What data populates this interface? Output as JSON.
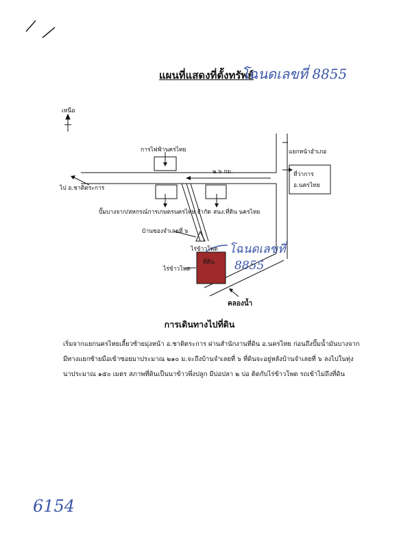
{
  "document": {
    "title": "แผนที่แสดงที่ตั้งทรัพย์",
    "title_handwritten": "โฉนดเลขที่ 8855",
    "page_number_handwritten": "6154"
  },
  "map": {
    "north": "เหนือ",
    "electricity": "การไฟฟ้านครไทย",
    "distance": "๒.๖ กม.",
    "to_chattrakan": "ไป อ.ชาติตระการ",
    "district_junction": "แยกหน้าอำเภอ",
    "district_office_line1": "ที่ว่าการ",
    "district_office_line2": "อ.นครไทย",
    "gas_station": "ปั๊มบางจาก/สหกรณ์การเกษตรนครไทย จำกัด",
    "land_office": "สนง.ที่ดิน นครไทย",
    "village": "บ้านซองจำเลยที่ ๖",
    "corn_field_top": "ไร่ข้าวโพด",
    "corn_field_left": "ไร่ข้าวโพด",
    "parcel": "ที่ดิน",
    "parcel_handwritten_line1": "โฉนดเลขที่",
    "parcel_handwritten_line2": "8855",
    "canal": "คลองน้ำ",
    "colors": {
      "parcel_fill": "#9e2a2a",
      "handwriting": "#3a55a8"
    }
  },
  "directions": {
    "heading": "การเดินทางไปที่ดิน",
    "lines": [
      "เริ่มจากแยกนครไทยเลี้ยวซ้ายมุ่งหน้า อ.ชาติตระการ ผ่านสำนักงานที่ดิน อ.นครไทย ก่อนถึงปั๊มน้ำมันบางจาก",
      "มีทางแยกซ้ายมือเข้าซอยมาประมาณ ๒๑๐ ม.จะถึงบ้านจำเลยที่ ๖ ที่ดินจะอยู่หลังบ้านจำเลยที่ ๖ ลงไปในทุ่ง",
      "นาประมาณ ๑๕๐ เมตร สภาพที่ดินเป็นนาข้าวพึ่งปลูก มีบ่อปลา ๒ บ่อ ติดกับไร่ข้าวโพด รถเข้าไม่ถึงที่ดิน"
    ]
  }
}
